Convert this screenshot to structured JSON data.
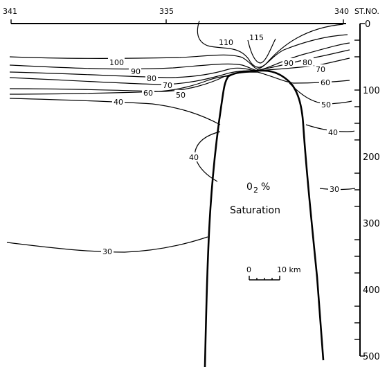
{
  "stations": {
    "left": "341",
    "mid": "335",
    "right": "340",
    "unit": "ST.NO."
  },
  "depth_axis": {
    "ticks": [
      "0",
      "100",
      "200",
      "300",
      "400",
      "500"
    ]
  },
  "title": {
    "line1": "0",
    "sub": "2",
    "pct": "%",
    "line2": "Saturation"
  },
  "scale_bar": {
    "start": "0",
    "end": "10 km"
  },
  "contour_labels": {
    "c115": "115",
    "c110": "110",
    "c100": "100",
    "c90_left": "90",
    "c90_right": "90",
    "c80_left": "80",
    "c80_right": "80",
    "c70_left": "70",
    "c70_right": "70",
    "c60_left": "60",
    "c60_right": "60",
    "c50_left": "50",
    "c50_right": "50",
    "c40_left": "40",
    "c40_right": "40",
    "c40_mid": "40",
    "c30_left": "30",
    "c30_right": "30"
  }
}
